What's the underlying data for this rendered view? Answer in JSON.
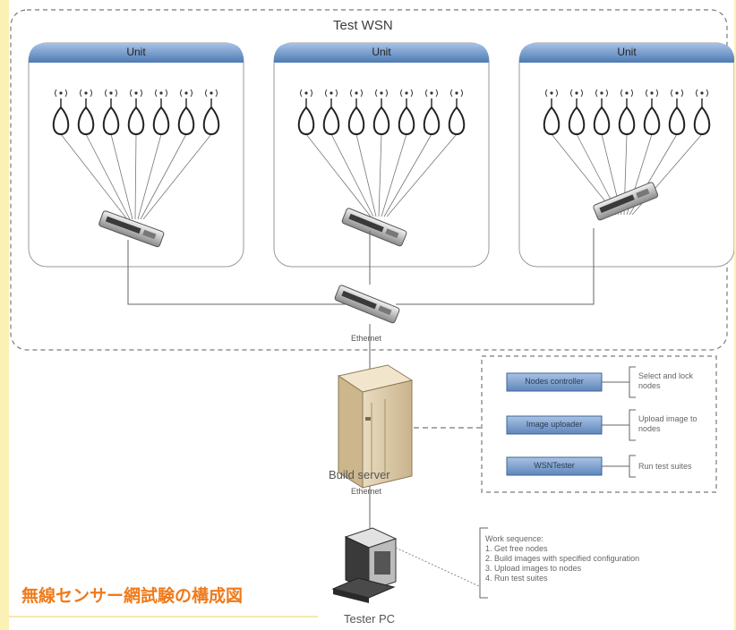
{
  "diagram": {
    "title": "Test WSN",
    "units": [
      {
        "label": "Unit"
      },
      {
        "label": "Unit"
      },
      {
        "label": "Unit"
      }
    ],
    "ethernet_upper": "Ethernet",
    "ethernet_lower": "Ethernet",
    "build_server": "Build server",
    "tester_pc": "Tester PC",
    "components": [
      {
        "label": "Nodes controller",
        "desc": [
          "Select and lock",
          "nodes"
        ]
      },
      {
        "label": "Image uploader",
        "desc": [
          "Upload image to",
          "nodes"
        ]
      },
      {
        "label": "WSNTester",
        "desc": [
          "Run test suites"
        ]
      }
    ],
    "work_sequence": [
      "Work sequence:",
      "1. Get free nodes",
      "2. Build images with specified configuration",
      "3. Upload images to nodes",
      "4. Run test suites"
    ],
    "caption": "無線センサー網試験の構成図"
  },
  "colors": {
    "background": "#fbf1b5",
    "unit_header": "#4e7bb3",
    "component_box": "#5e86bb",
    "caption": "#f07a1a"
  }
}
